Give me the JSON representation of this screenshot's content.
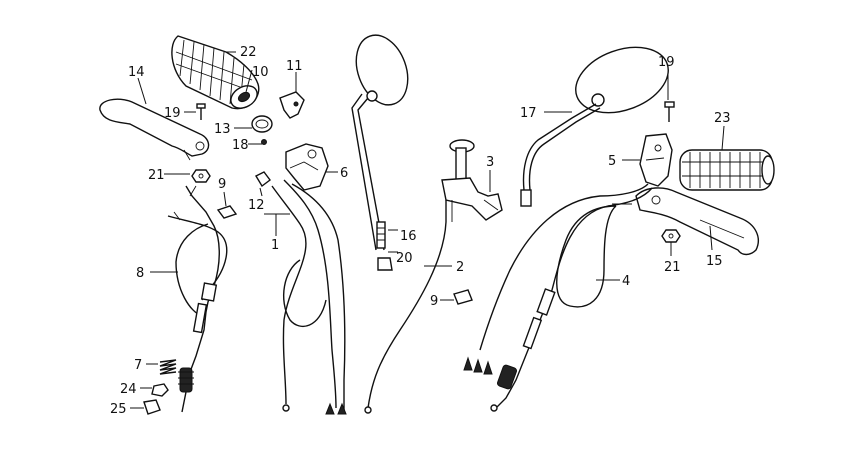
{
  "diagram": {
    "callouts": [
      {
        "id": "c22",
        "label": "22"
      },
      {
        "id": "c10",
        "label": "10"
      },
      {
        "id": "c11",
        "label": "11"
      },
      {
        "id": "c14",
        "label": "14"
      },
      {
        "id": "c19a",
        "label": "19"
      },
      {
        "id": "c13",
        "label": "13"
      },
      {
        "id": "c18",
        "label": "18"
      },
      {
        "id": "c6",
        "label": "6"
      },
      {
        "id": "c21a",
        "label": "21"
      },
      {
        "id": "c9a",
        "label": "9"
      },
      {
        "id": "c12",
        "label": "12"
      },
      {
        "id": "c1",
        "label": "1"
      },
      {
        "id": "c8",
        "label": "8"
      },
      {
        "id": "c7",
        "label": "7"
      },
      {
        "id": "c24",
        "label": "24"
      },
      {
        "id": "c25",
        "label": "25"
      },
      {
        "id": "c16",
        "label": "16"
      },
      {
        "id": "c20",
        "label": "20"
      },
      {
        "id": "c3",
        "label": "3"
      },
      {
        "id": "c2",
        "label": "2"
      },
      {
        "id": "c9b",
        "label": "9"
      },
      {
        "id": "c17",
        "label": "17"
      },
      {
        "id": "c19b",
        "label": "19"
      },
      {
        "id": "c23",
        "label": "23"
      },
      {
        "id": "c5",
        "label": "5"
      },
      {
        "id": "c4",
        "label": "4"
      },
      {
        "id": "c21b",
        "label": "21"
      },
      {
        "id": "c15",
        "label": "15"
      }
    ]
  }
}
